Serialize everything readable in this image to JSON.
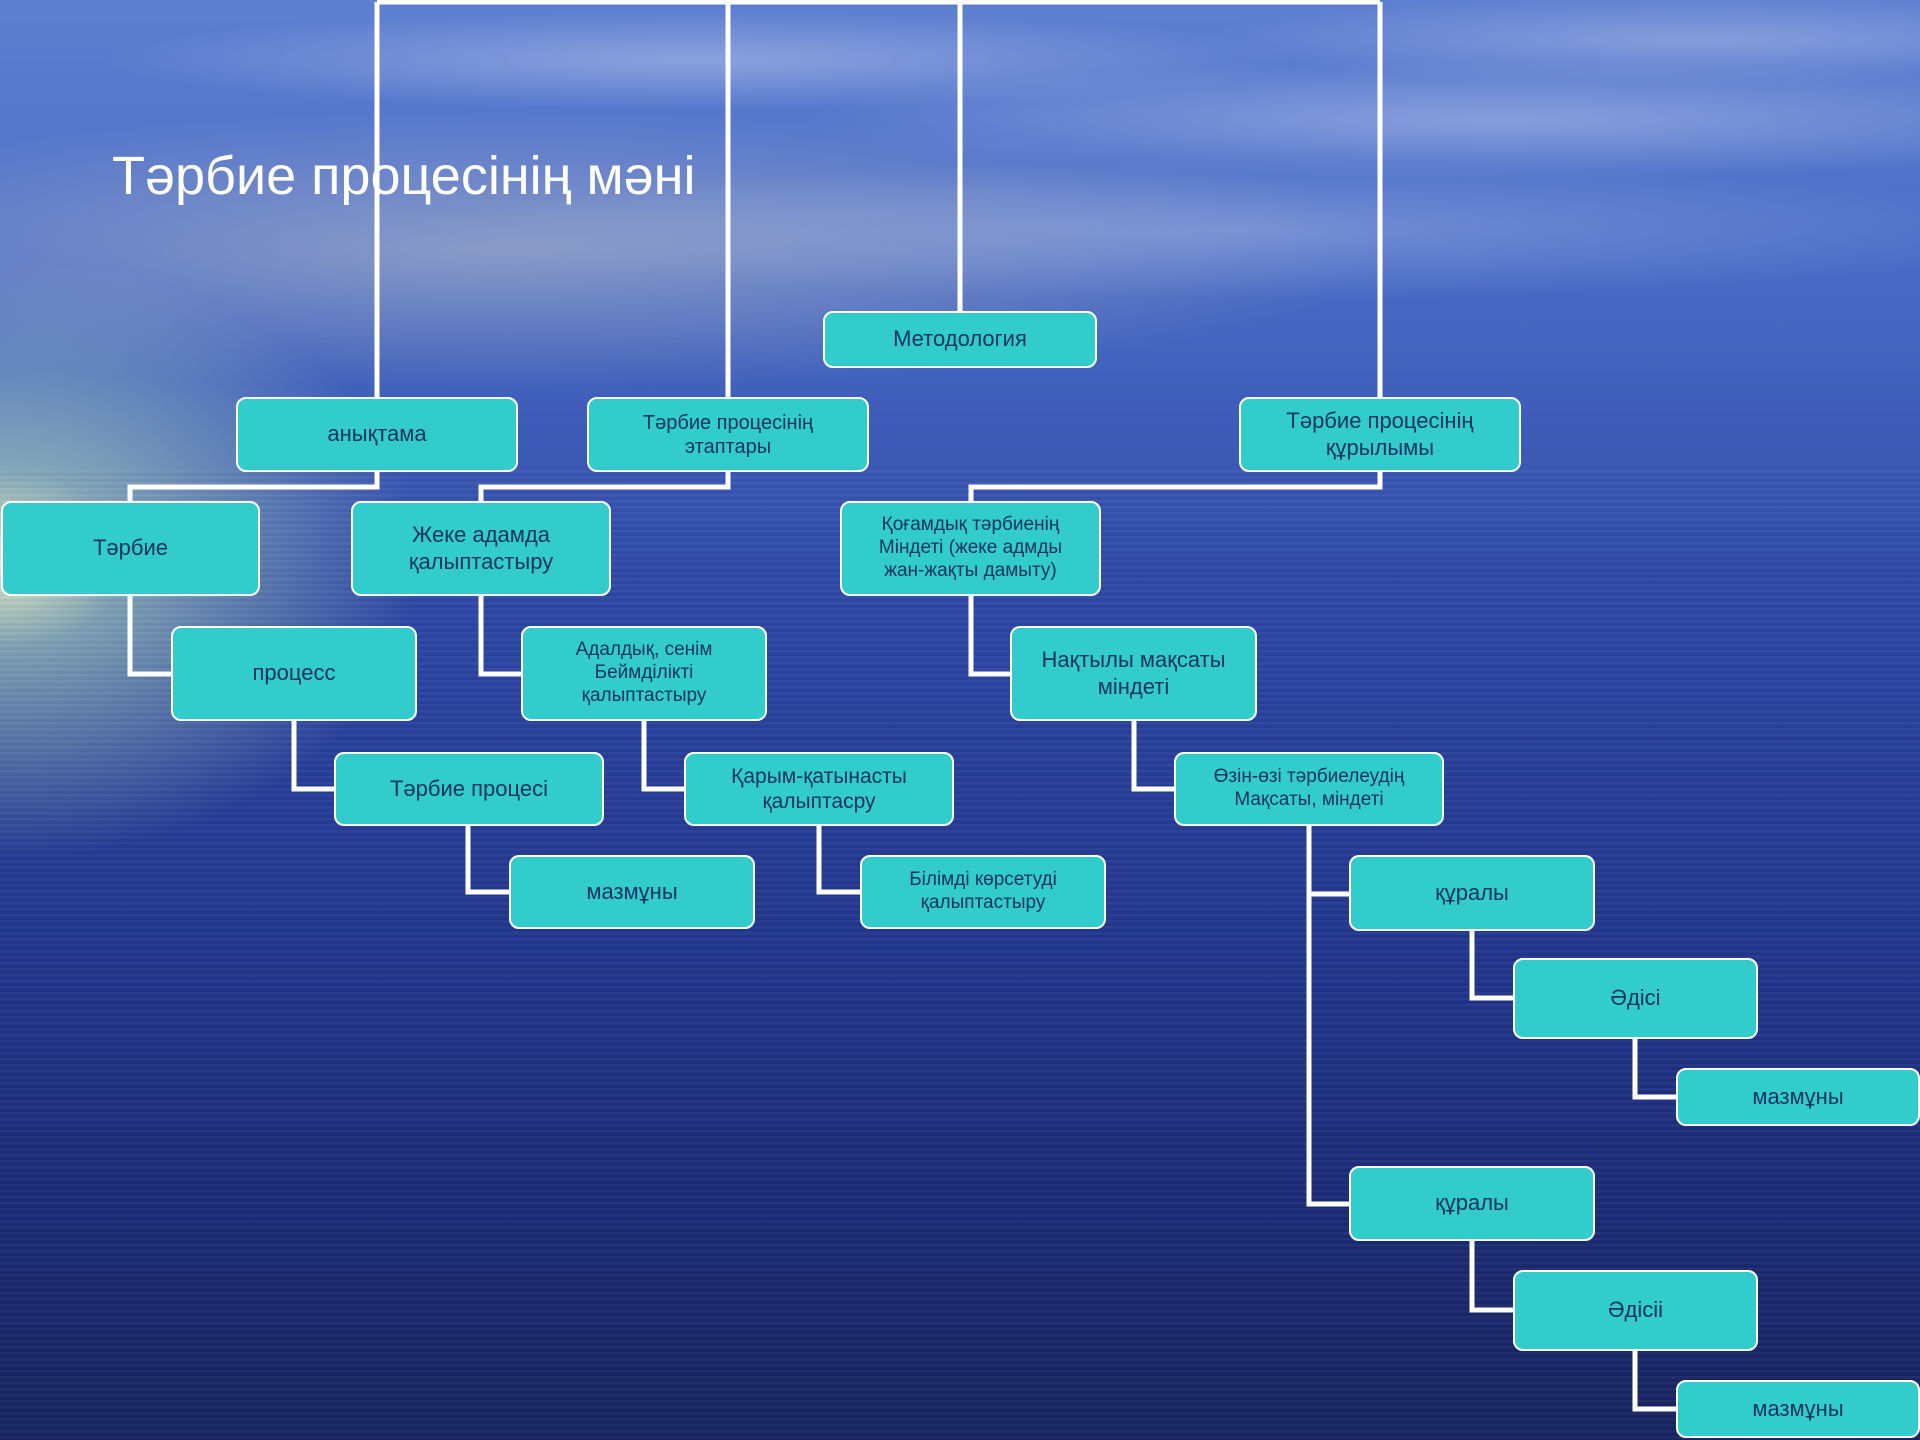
{
  "title": "Тәрбие  процесінің мәні",
  "colors": {
    "node_fill": "#33cccc",
    "node_border": "#ffffff",
    "connector": "#ffffff",
    "node_text": "#103560"
  },
  "nodes": {
    "metodologiya": "Методология",
    "anyktama": "анықтама",
    "etaptary": "Тәрбие процесінің\nэтаптары",
    "kurylymy": "Тәрбие процесінің\nқұрылымы",
    "tarbie": "Тәрбие",
    "zheke": "Жеке адамда\nқалыптастыру",
    "kogamdyk": "Қоғамдық тәрбиенің\nМіндеті (жеке адмды\nжан-жақты дамыту)",
    "process": "процесс",
    "adaldyk": "Адалдық, сенім\nБеймділікті\nқалыптастыру",
    "naktyly": "Нақтылы мақсаты\nміндеті",
    "tarbie_procesi": "Тәрбие процесі",
    "karym": "Қарым-қатынасты\nқалыптасру",
    "ozin_ozi": "Өзін-өзі тәрбиелеудің\nМақсаты, міндеті",
    "mazmuny_1": "мазмұны",
    "bilimdi": "Білімді көрсетуді\nқалыптастыру",
    "kuraly_1": "құралы",
    "adisi_1": "Әдісі",
    "mazmuny_2": "мазмұны",
    "kuraly_2": "құралы",
    "adisi_2": "Әдісіі",
    "mazmuny_3": "мазмұны"
  }
}
